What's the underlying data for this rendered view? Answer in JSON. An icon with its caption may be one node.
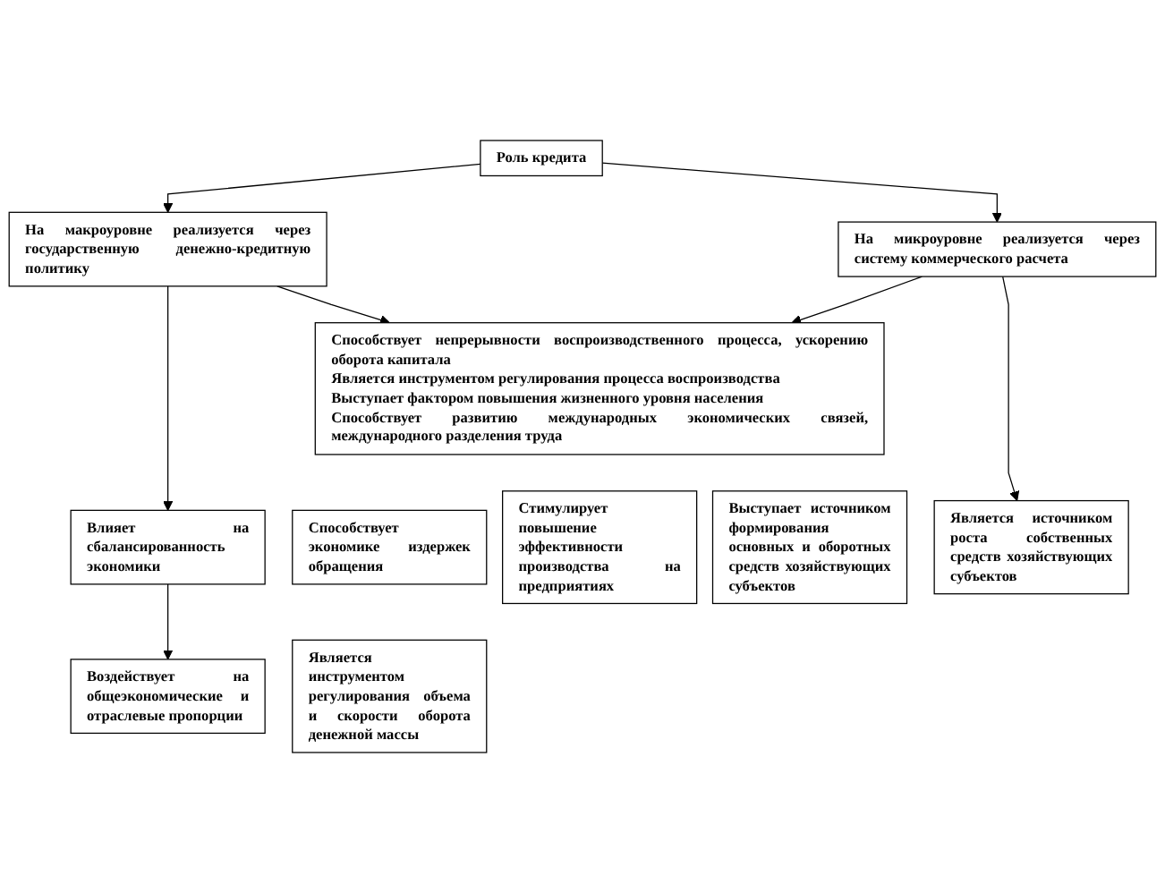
{
  "diagram": {
    "nodes": [
      {
        "text": [
          "Роль кредита"
        ]
      },
      {
        "text": [
          "На макроуровне реализуется через государственную денежно-кредитную политику"
        ]
      },
      {
        "text": [
          "На микроуровне реализуется через систему коммерческого расчета"
        ]
      },
      {
        "text": [
          "Способствует непрерывности воспроизводственного процесса, ускорению оборота капитала",
          "Является инструментом регулирования процесса воспроизводства",
          "Выступает фактором повышения жизненного уровня населения",
          "Способствует развитию международных экономических связей, международного разделения труда"
        ]
      },
      {
        "text": [
          "Влияет на сбалансированность экономики"
        ]
      },
      {
        "text": [
          "Способствует экономике издержек обращения"
        ]
      },
      {
        "text": [
          "Стимулирует повышение эффективности производства на предприятиях"
        ]
      },
      {
        "text": [
          "Выступает источником формирования основных и оборотных средств хозяйствующих субъектов"
        ]
      },
      {
        "text": [
          "Является источником роста собственных средств хозяйствующих субъектов"
        ]
      },
      {
        "text": [
          "Воздействует на общеэкономические и отраслевые пропорции"
        ]
      },
      {
        "text": [
          "Является инструментом регулирования объема и скорости оборота денежной массы"
        ]
      }
    ],
    "edges": [
      {
        "from": 0,
        "to": 1,
        "arrow": "to"
      },
      {
        "from": 0,
        "to": 2,
        "arrow": "to"
      },
      {
        "from": 1,
        "to": 3,
        "arrow": "to"
      },
      {
        "from": 2,
        "to": 3,
        "arrow": "to"
      },
      {
        "from": 1,
        "to": 4,
        "arrow": "to"
      },
      {
        "from": 2,
        "to": 8,
        "arrow": "to"
      },
      {
        "from": 4,
        "to": 9,
        "arrow": "to"
      }
    ]
  }
}
